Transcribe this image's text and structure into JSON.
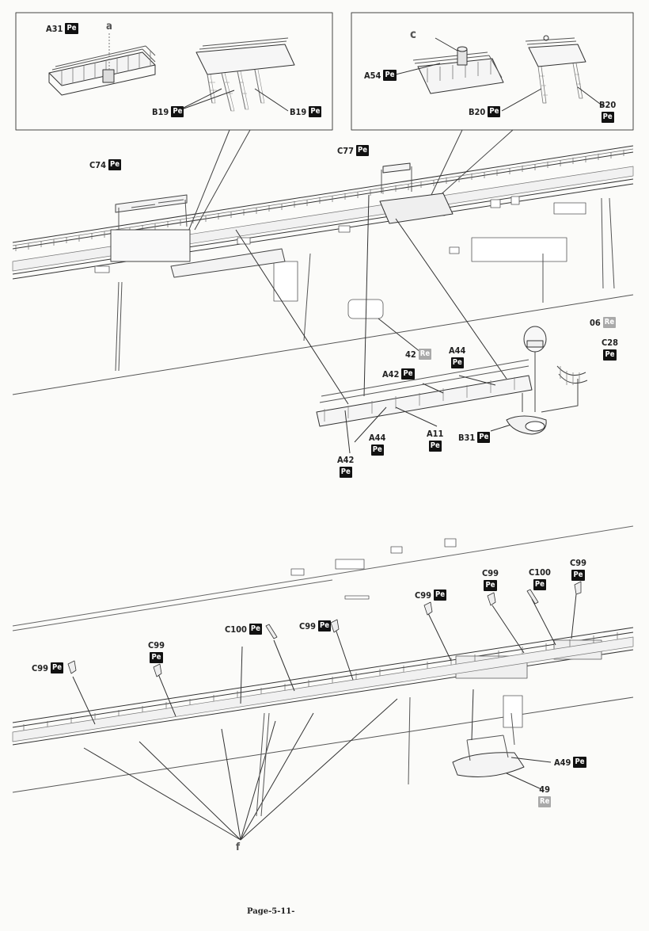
{
  "page": {
    "number": "Page-5-11-"
  },
  "tags": {
    "pe": "Pe",
    "re": "Re"
  },
  "callouts": {
    "a": "a",
    "c": "c",
    "f": "f"
  },
  "parts": {
    "a31": "A31",
    "b19_left": "B19",
    "b19_right": "B19",
    "a54": "A54",
    "b20_left": "B20",
    "b20_right": "B20",
    "c74": "C74",
    "c77": "C77",
    "p06": "06",
    "c28": "C28",
    "p42": "42",
    "a44_top": "A44",
    "a42_top": "A42",
    "a44_bottom": "A44",
    "a11": "A11",
    "b31": "B31",
    "a42_bottom": "A42",
    "c99_1": "C99",
    "c99_2": "C99",
    "c100_1": "C100",
    "c99_3": "C99",
    "c99_4": "C99",
    "c99_5": "C99",
    "c100_2": "C100",
    "c99_6": "C99",
    "a49": "A49",
    "p49": "49"
  }
}
